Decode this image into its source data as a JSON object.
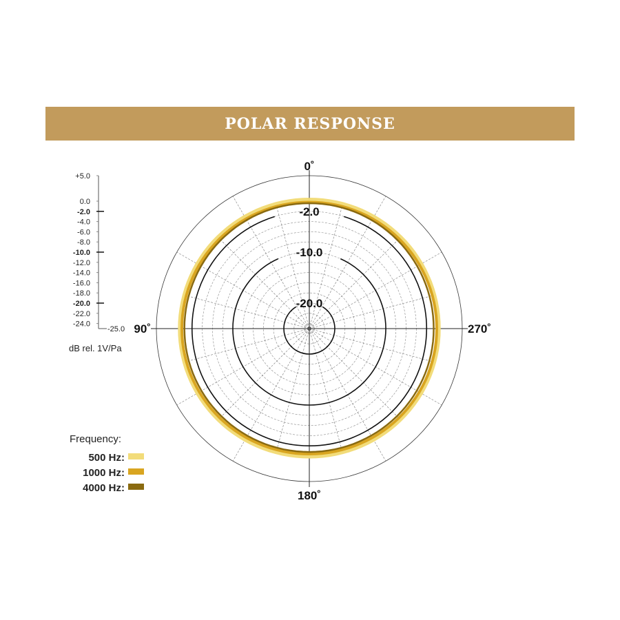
{
  "chart_data": {
    "type": "polar",
    "title": "POLAR RESPONSE",
    "unit_label": "dB rel. 1V/Pa",
    "angle_labels": [
      "0˚",
      "90˚",
      "180˚",
      "270˚"
    ],
    "ring_labels": [
      "-2.0",
      "-10.0",
      "-20.0"
    ],
    "rlim": [
      -25,
      5
    ],
    "scale_ticks": [
      "+5.0",
      "0.0",
      "-2.0",
      "-4.0",
      "-6.0",
      "-8.0",
      "-10.0",
      "-12.0",
      "-14.0",
      "-16.0",
      "-18.0",
      "-20.0",
      "-22.0",
      "-24.0",
      "-25.0"
    ],
    "scale_tick_values": [
      5,
      0,
      -2,
      -4,
      -6,
      -8,
      -10,
      -12,
      -14,
      -16,
      -18,
      -20,
      -22,
      -24,
      -25
    ],
    "legend_title": "Frequency:",
    "series": [
      {
        "name": "500 Hz:",
        "color": "#f2dc7a",
        "angles": [
          0,
          90,
          180,
          270
        ],
        "values": [
          0.2,
          0.3,
          0.0,
          0.3
        ]
      },
      {
        "name": "1000 Hz:",
        "color": "#d9a520",
        "angles": [
          0,
          90,
          180,
          270
        ],
        "values": [
          -0.2,
          0.0,
          -0.4,
          0.0
        ]
      },
      {
        "name": "4000 Hz:",
        "color": "#8a6a10",
        "angles": [
          0,
          90,
          180,
          270
        ],
        "values": [
          -0.4,
          -0.5,
          -0.8,
          -0.6
        ]
      }
    ]
  }
}
